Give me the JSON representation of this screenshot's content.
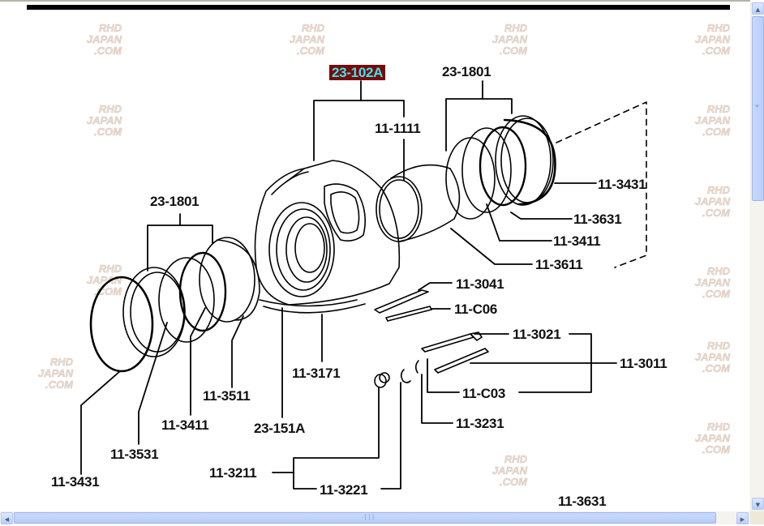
{
  "diagram": {
    "highlighted_part": "23-102A",
    "labels": {
      "p23_102A": "23-102A",
      "p23_1801_right": "23-1801",
      "p23_1801_left": "23-1801",
      "p11_1111": "11-1111",
      "p11_3431_right": "11-3431",
      "p11_3631_right": "11-3631",
      "p11_3411_right": "11-3411",
      "p11_3611": "11-3611",
      "p11_3041": "11-3041",
      "p11_C06": "11-C06",
      "p11_3021": "11-3021",
      "p11_3011": "11-3011",
      "p11_C03": "11-C03",
      "p11_3231": "11-3231",
      "p11_3171": "11-3171",
      "p11_3511": "11-3511",
      "p11_3411_left": "11-3411",
      "p23_151A": "23-151A",
      "p11_3531": "11-3531",
      "p11_3431_left": "11-3431",
      "p11_3211": "11-3211",
      "p11_3221": "11-3221",
      "p11_3631_bottom": "11-3631"
    },
    "highlight_colors": {
      "background": "#7a0a0a",
      "text": "#35e8f0"
    }
  },
  "watermark": {
    "lines": [
      "RHD",
      "JAPAN",
      ".COM"
    ]
  },
  "scrollbars": {
    "up_arrow": "▲",
    "down_arrow": "▼",
    "left_arrow": "◀",
    "right_arrow": "▶"
  }
}
